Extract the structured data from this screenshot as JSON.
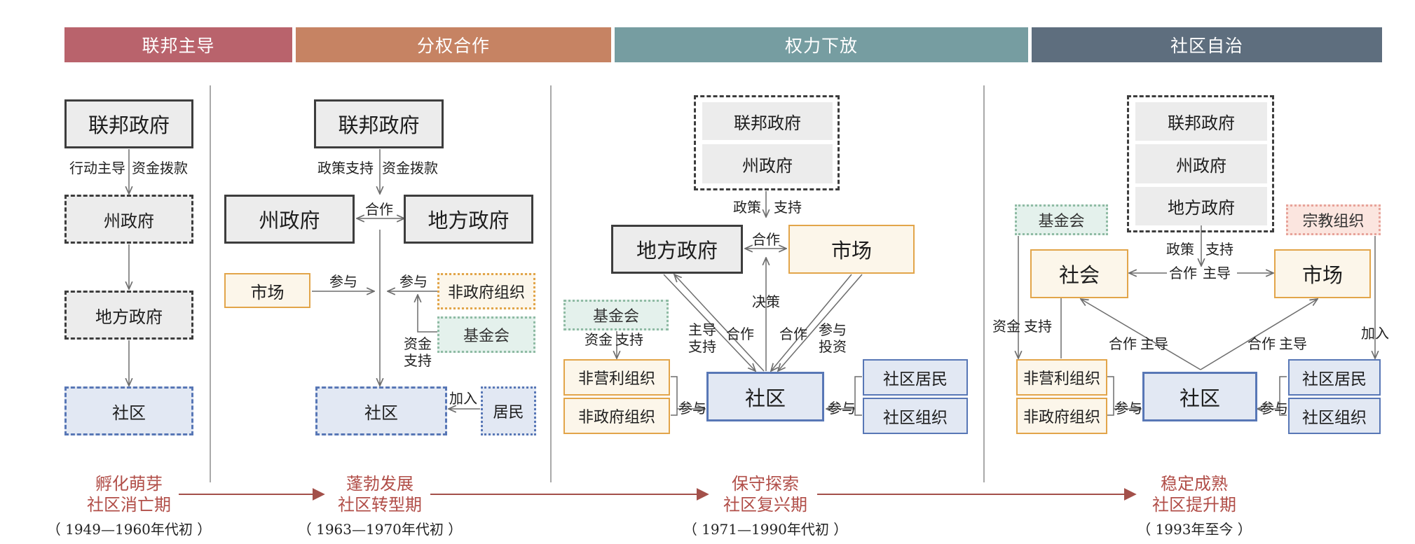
{
  "header": {
    "phases": [
      {
        "label": "联邦主导",
        "color": "#b9636c"
      },
      {
        "label": "分权合作",
        "color": "#c68363"
      },
      {
        "label": "权力下放",
        "color": "#769da1"
      },
      {
        "label": "社区自治",
        "color": "#5e6e7e"
      }
    ]
  },
  "panel1": {
    "federal": "联邦政府",
    "edge_lead": "行动主导",
    "edge_fund": "资金拨款",
    "state": "州政府",
    "local": "地方政府",
    "community": "社区"
  },
  "panel2": {
    "federal": "联邦政府",
    "edge_policy": "政策支持",
    "edge_fund": "资金拨款",
    "state": "州政府",
    "local": "地方政府",
    "coop": "合作",
    "market": "市场",
    "participate_left": "参与",
    "participate_right": "参与",
    "ngo": "非政府组织",
    "foundation": "基金会",
    "fund_support_1": "资金",
    "fund_support_2": "支持",
    "community": "社区",
    "join": "加入",
    "residents": "居民"
  },
  "panel3": {
    "federal": "联邦政府",
    "state": "州政府",
    "policy": "政策",
    "support": "支持",
    "local": "地方政府",
    "coop_top": "合作",
    "market": "市场",
    "decision": "决策",
    "lead_1": "主导",
    "lead_2": "支持",
    "coop_left": "合作",
    "coop_right": "合作",
    "invest_1": "参与",
    "invest_2": "投资",
    "foundation": "基金会",
    "fund": "资金",
    "fund_support": "支持",
    "nonprofit": "非营利组织",
    "ngo": "非政府组织",
    "participate_left": "参与",
    "community": "社区",
    "participate_right": "参与",
    "residents": "社区居民",
    "orgs": "社区组织"
  },
  "panel4": {
    "federal": "联邦政府",
    "state": "州政府",
    "local": "地方政府",
    "foundation": "基金会",
    "religious": "宗教组织",
    "policy": "政策",
    "support": "支持",
    "society": "社会",
    "coop": "合作",
    "lead": "主导",
    "market": "市场",
    "fund": "资金",
    "fund_support": "支持",
    "join": "加入",
    "coop_left": "合作",
    "lead_left": "主导",
    "coop_right": "合作",
    "lead_right": "主导",
    "nonprofit": "非营利组织",
    "ngo": "非政府组织",
    "participate_left": "参与",
    "community": "社区",
    "participate_right": "参与",
    "residents": "社区居民",
    "orgs": "社区组织"
  },
  "timeline": {
    "stages": [
      {
        "line1": "孵化萌芽",
        "line2": "社区消亡期",
        "period": "（ 1949—1960年代初 ）"
      },
      {
        "line1": "蓬勃发展",
        "line2": "社区转型期",
        "period": "（ 1963—1970年代初 ）"
      },
      {
        "line1": "保守探索",
        "line2": "社区复兴期",
        "period": "（ 1971—1990年代初 ）"
      },
      {
        "line1": "稳定成熟",
        "line2": "社区提升期",
        "period": "（ 1993年至今 ）"
      }
    ]
  },
  "colors": {
    "arrow": "#6d6d6d",
    "timeline_arrow": "#a3504a",
    "stage_text": "#b14e48"
  }
}
